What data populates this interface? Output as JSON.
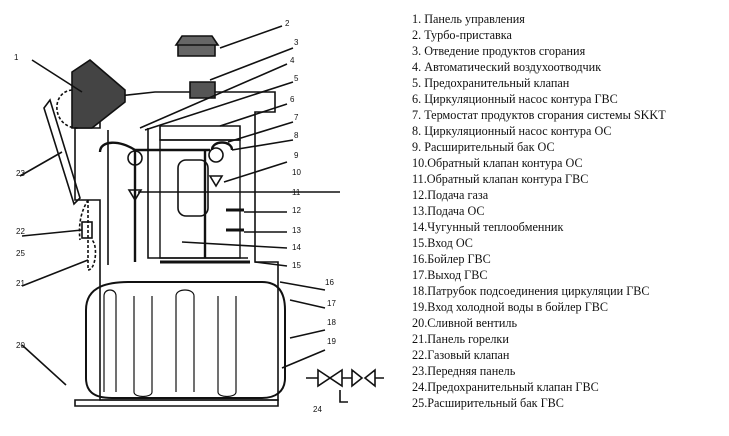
{
  "callout_numbers": [
    "1",
    "2",
    "3",
    "4",
    "5",
    "6",
    "7",
    "8",
    "9",
    "10",
    "11",
    "12",
    "13",
    "14",
    "15",
    "16",
    "17",
    "18",
    "19",
    "20",
    "21",
    "22",
    "23",
    "24",
    "25"
  ],
  "legend": [
    "1.  Панель управления",
    "2.  Турбо-приставка",
    "3.  Отведение продуктов сгорания",
    "4.  Автоматический воздухоотводчик",
    "5.  Предохранительный клапан",
    "6.  Циркуляционный насос контура ГВС",
    "7.  Термостат продуктов сгорания системы SKKT",
    "8.  Циркуляционный насос контура ОС",
    "9.  Расширительный бак ОС",
    "10.Обратный клапан контура ОС",
    "11.Обратный клапан контура ГВС",
    "12.Подача газа",
    "13.Подача ОС",
    "14.Чугунный теплообменник",
    "15.Вход ОС",
    "16.Бойлер ГВС",
    "17.Выход ГВС",
    "18.Патрубок подсоединения циркуляции ГВС",
    "19.Вход холодной воды в бойлер ГВС",
    "20.Сливной вентиль",
    "21.Панель горелки",
    "22.Газовый клапан",
    "23.Передняя панель",
    "24.Предохранительный клапан ГВС",
    "25.Расширительный бак ГВС"
  ]
}
